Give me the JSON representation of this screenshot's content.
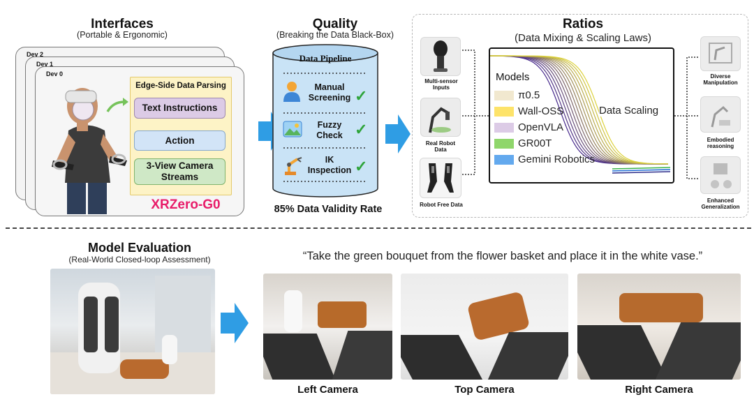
{
  "interfaces": {
    "title": "Interfaces",
    "subtitle": "(Portable & Ergonomic)",
    "dev_labels": [
      "Dev 2",
      "Dev 1",
      "Dev 0"
    ],
    "parsing_title": "Edge-Side Data Parsing",
    "items": [
      "Text Instructions",
      "Action",
      "3-View Camera Streams"
    ],
    "brand": "XRZero-G0"
  },
  "quality": {
    "title": "Quality",
    "subtitle": "(Breaking the Data Black-Box)",
    "pipeline_title": "Data Pipeline",
    "steps": [
      "Manual Screening",
      "Fuzzy Check",
      "IK Inspection"
    ],
    "validity": "85% Data Validity Rate"
  },
  "ratios": {
    "title": "Ratios",
    "subtitle": "(Data Mixing & Scaling Laws)",
    "inputs": [
      "Multi-sensor Inputs",
      "Real Robot Data",
      "Robot Free Data"
    ],
    "outputs": [
      "Diverse Manipulation",
      "Embodied reasoning",
      "Enhanced Generalization"
    ],
    "legend_title": "Models",
    "models": [
      {
        "name": "π0.5",
        "color": "#f1e8cf"
      },
      {
        "name": "Wall-OSS",
        "color": "#fde36a"
      },
      {
        "name": "OpenVLA",
        "color": "#dccbe6"
      },
      {
        "name": "GR00T",
        "color": "#8fd66b"
      },
      {
        "name": "Gemini Robotics",
        "color": "#63a9ee"
      }
    ],
    "scaling_label": "Data Scaling"
  },
  "evaluation": {
    "title": "Model Evaluation",
    "subtitle": "(Real-World Closed-loop Assessment)",
    "instruction": "“Take the green bouquet from the flower basket and place it in the white vase.”",
    "cameras": [
      "Left Camera",
      "Top Camera",
      "Right Camera"
    ]
  }
}
